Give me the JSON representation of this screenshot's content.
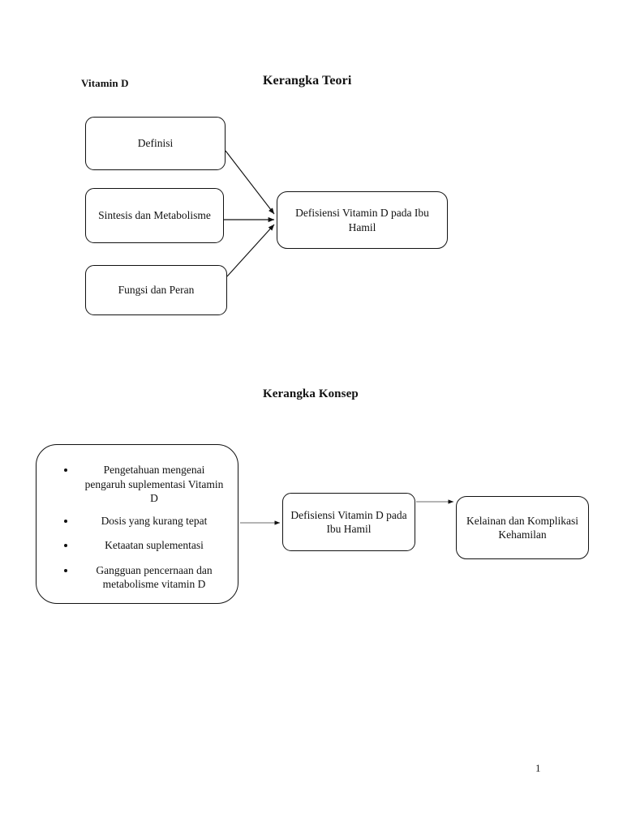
{
  "page": {
    "page_number": "1",
    "ink_color": "#111111",
    "background_color": "#ffffff"
  },
  "kerangka_teori": {
    "section_label": "Vitamin D",
    "title": "Kerangka Teori",
    "nodes": [
      {
        "id": "definisi",
        "label": "Definisi"
      },
      {
        "id": "sintesis",
        "label": "Sintesis dan Metabolisme"
      },
      {
        "id": "fungsi",
        "label": "Fungsi dan Peran"
      },
      {
        "id": "defisiensi",
        "label": "Defisiensi Vitamin D pada Ibu Hamil"
      }
    ],
    "edges": [
      {
        "from": "definisi",
        "to": "defisiensi",
        "style": "arrow"
      },
      {
        "from": "sintesis",
        "to": "defisiensi",
        "style": "arrow"
      },
      {
        "from": "fungsi",
        "to": "defisiensi",
        "style": "arrow"
      }
    ]
  },
  "kerangka_konsep": {
    "title": "Kerangka Konsep",
    "factors_box": {
      "bullets": [
        "Pengetahuan mengenai pengaruh suplementasi Vitamin D",
        "Dosis yang kurang tepat",
        "Ketaatan suplementasi",
        "Gangguan pencernaan dan metabolisme vitamin D"
      ]
    },
    "nodes": [
      {
        "id": "defisiensi",
        "label": "Defisiensi Vitamin D pada Ibu Hamil"
      },
      {
        "id": "kelainan",
        "label": "Kelainan dan Komplikasi Kehamilan"
      }
    ],
    "edges": [
      {
        "from": "factors",
        "to": "defisiensi",
        "style": "arrow"
      },
      {
        "from": "defisiensi",
        "to": "kelainan",
        "style": "arrow"
      }
    ]
  }
}
